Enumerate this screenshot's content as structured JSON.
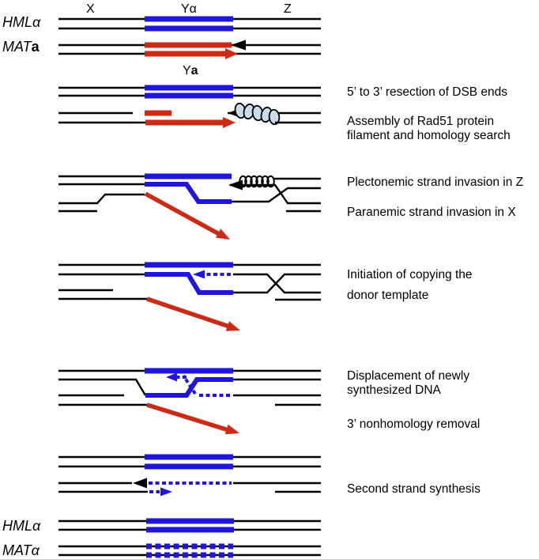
{
  "colors": {
    "background": "#ffffff",
    "strand_black": "#000000",
    "donor_blue": "#2015dc",
    "mat_red": "#cc2a14",
    "rad51_fill": "#c9dde8"
  },
  "region_labels": {
    "x": "X",
    "y_alpha": "Yα",
    "z": "Z",
    "ya_y": "Y",
    "ya_a": "a"
  },
  "locus_labels": {
    "hml_alpha_top": "HMLα",
    "mat_gene": "MAT",
    "mat_a_allele": "a",
    "hml_alpha_bottom": "HMLα",
    "mat_alpha_bottom": "MATα"
  },
  "step_annotations": {
    "resection": "5’ to 3’ resection of DSB ends",
    "assembly_1": "Assembly of Rad51 protein",
    "assembly_2": "filament and homology search",
    "plectonemic": "Plectonemic strand invasion in Z",
    "paranemic": "Paranemic strand invasion in X",
    "initiation_1": "Initiation of copying the",
    "initiation_2": "donor template",
    "displacement_1": "Displacement of newly",
    "displacement_2": "synthesized DNA",
    "nonhomology": "3’  nonhomology removal",
    "second_strand": "Second strand synthesis"
  }
}
